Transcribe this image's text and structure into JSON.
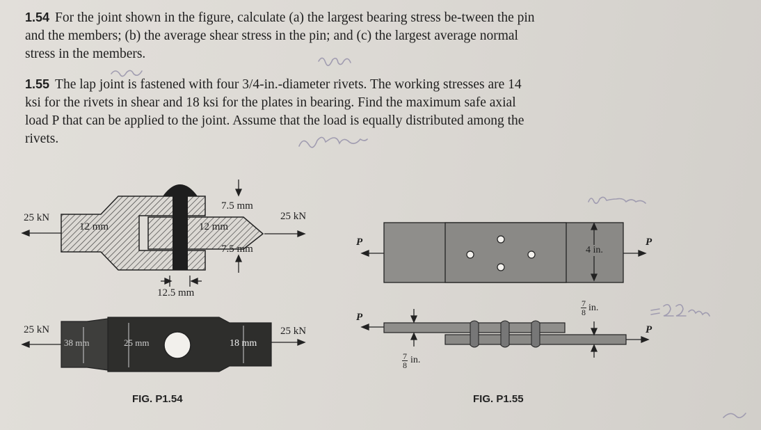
{
  "problems": [
    {
      "number": "1.54",
      "text": "For the joint shown in the figure, calculate (a) the largest bearing stress be-tween the pin and the members; (b) the average shear stress in the pin; and (c) the largest average normal stress in the members."
    },
    {
      "number": "1.55",
      "text": "The lap joint is fastened with four 3/4-in.-diameter rivets. The working stresses are 14 ksi for the rivets in shear and 18 ksi for the plates in bearing. Find the maximum safe axial load P that can be applied to the joint. Assume that the load is equally distributed among the rivets."
    }
  ],
  "fig154": {
    "caption": "FIG. P1.54",
    "load_left_top": "25 kN",
    "load_right_top": "25 kN",
    "load_left_bottom": "25 kN",
    "load_right_bottom": "25 kN",
    "dim_12mm_left": "12 mm",
    "dim_12mm_right": "12 mm",
    "dim_7_5_top": "7.5 mm",
    "dim_7_5_bottom": "7.5 mm",
    "dim_12_5": "12.5 mm",
    "dim_38": "38 mm",
    "dim_25": "25 mm",
    "dim_18": "18 mm"
  },
  "fig155": {
    "caption": "FIG. P1.55",
    "p_top_left": "P",
    "p_top_right": "P",
    "p_bottom_left": "P",
    "p_bottom_right": "P",
    "dim_4in": "4 in.",
    "dim_thick_right_num": "7",
    "dim_thick_right_den": "8",
    "dim_thick_right_unit": "in.",
    "dim_thick_left_num": "7",
    "dim_thick_left_den": "8",
    "dim_thick_left_unit": "in."
  },
  "colors": {
    "ink": "#1f1f1f",
    "plate_fill": "#8c8c8a",
    "pencil": "#9a96a8"
  }
}
